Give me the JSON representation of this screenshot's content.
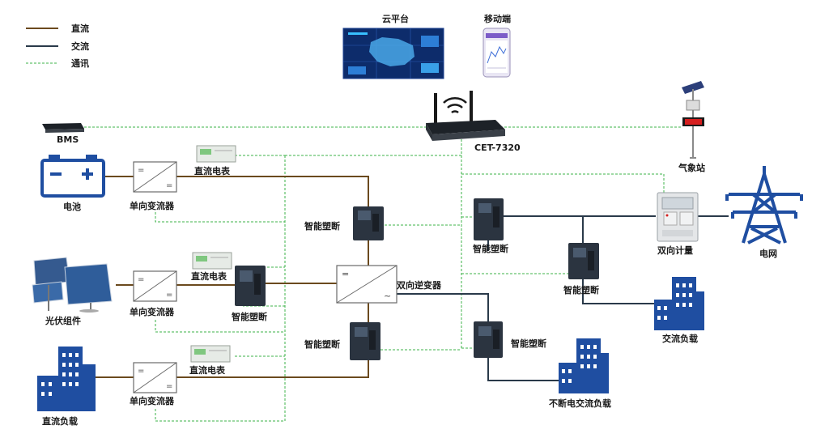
{
  "legend": {
    "dc": "直流",
    "ac": "交流",
    "comm": "通讯"
  },
  "colors": {
    "dc_line": "#6b4a1e",
    "ac_line": "#2a3a4a",
    "comm_line": "#3cb34a",
    "icon_blue": "#1f4ea1",
    "device_dark": "#2b3440"
  },
  "labels": {
    "cloud": "云平台",
    "mobile": "移动端",
    "gateway": "CET-7320",
    "bms": "BMS",
    "weather": "气象站",
    "battery": "电池",
    "pv": "光伏组件",
    "dc_load": "直流负载",
    "converter_1": "单向变流器",
    "converter_2": "单向变流器",
    "converter_3": "单向变流器",
    "dc_meter_1": "直流电表",
    "dc_meter_2": "直流电表",
    "dc_meter_3": "直流电表",
    "breaker_pv": "智能塑断",
    "breaker_top": "智能塑断",
    "breaker_bottom": "智能塑断",
    "breaker_ac_top": "智能塑断",
    "breaker_ac_mid": "智能塑断",
    "breaker_ac_bottom": "智能塑断",
    "inverter": "双向逆变器",
    "bidir_meter": "双向计量",
    "grid": "电网",
    "ac_load": "交流负载",
    "ups_load": "不断电交流负载"
  }
}
